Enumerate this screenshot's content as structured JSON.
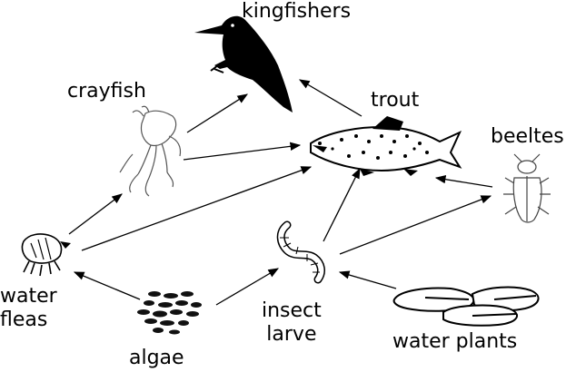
{
  "organisms": {
    "kingfishers": {
      "label": "kingfishers",
      "icon": "kingfisher-bird-icon"
    },
    "crayfish": {
      "label": "crayfish",
      "icon": "crayfish-icon"
    },
    "trout": {
      "label": "trout",
      "icon": "trout-fish-icon"
    },
    "beetles": {
      "label": "beeltes",
      "icon": "beetle-icon"
    },
    "water_fleas": {
      "label_line1": "water",
      "label_line2": "fleas",
      "icon": "water-flea-icon"
    },
    "algae": {
      "label": "algae",
      "icon": "algae-icon"
    },
    "insect_larvae": {
      "label_line1": "insect",
      "label_line2": "larve",
      "icon": "insect-larva-icon"
    },
    "water_plants": {
      "label": "water plants",
      "icon": "water-plants-icon"
    }
  },
  "arrows": [
    {
      "from": "crayfish",
      "to": "kingfishers"
    },
    {
      "from": "trout",
      "to": "kingfishers"
    },
    {
      "from": "crayfish",
      "to": "trout"
    },
    {
      "from": "water_fleas",
      "to": "crayfish"
    },
    {
      "from": "water_fleas",
      "to": "trout"
    },
    {
      "from": "insect_larvae",
      "to": "trout"
    },
    {
      "from": "beetles",
      "to": "trout"
    },
    {
      "from": "insect_larvae",
      "to": "beetles"
    },
    {
      "from": "algae",
      "to": "water_fleas"
    },
    {
      "from": "algae",
      "to": "insect_larvae"
    },
    {
      "from": "water_plants",
      "to": "insect_larvae"
    }
  ],
  "colors": {
    "ink": "#000000",
    "background": "#ffffff"
  }
}
